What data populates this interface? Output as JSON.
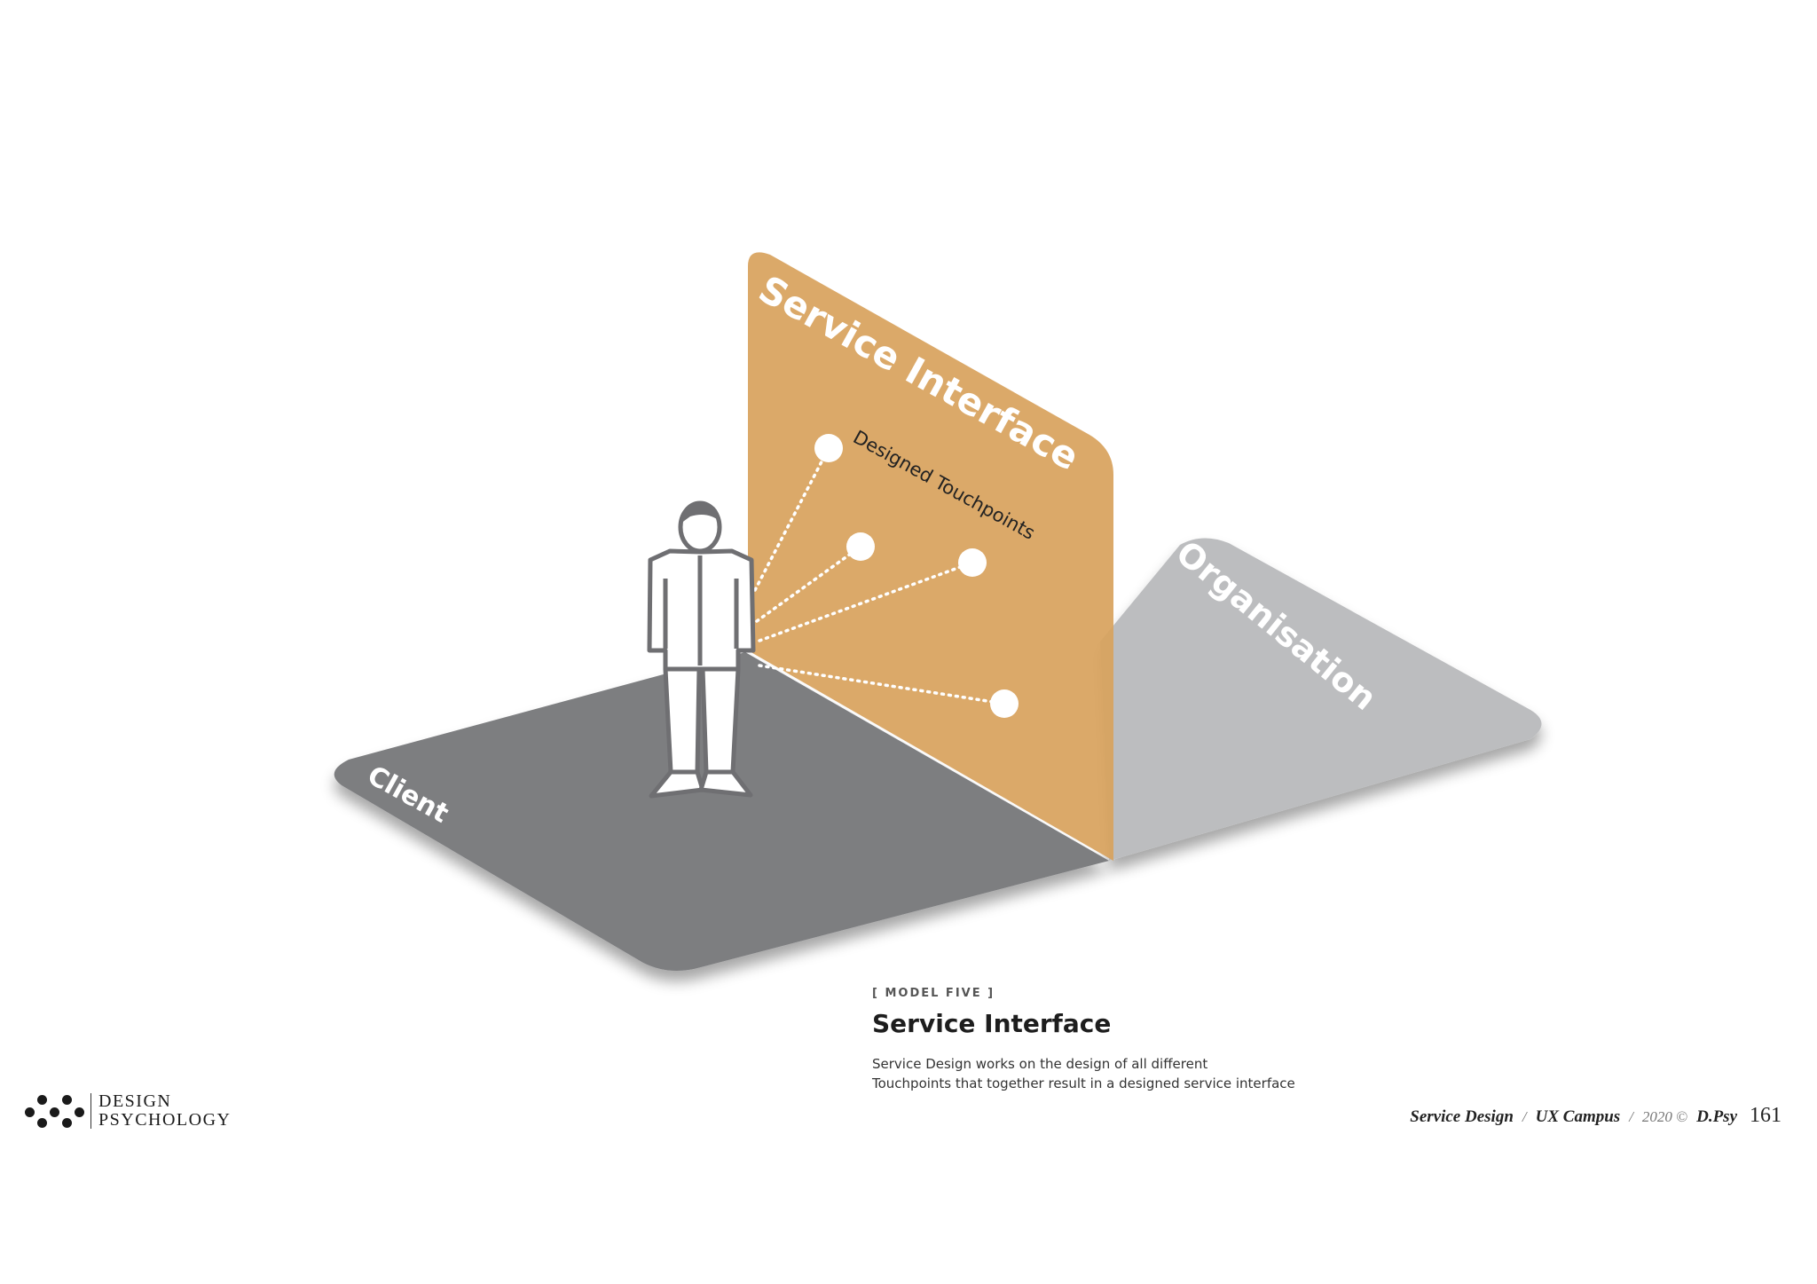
{
  "diagram": {
    "planes": {
      "client": "Client",
      "service_interface": "Service Interface",
      "organisation": "Organisation"
    },
    "touchpoints_label": "Designed Touchpoints",
    "touchpoint_count": 4
  },
  "caption": {
    "kicker": "[ MODEL FIVE ]",
    "title": "Service Interface",
    "body_line1": "Service Design works on the design of all different",
    "body_line2": "Touchpoints that together result in a designed service interface"
  },
  "brand": {
    "line1": "DESIGN",
    "line2": "PSYCHOLOGY"
  },
  "footer": {
    "part1": "Service Design",
    "sep1": "/",
    "part2": "UX Campus",
    "sep2": "/",
    "year": "2020 ©",
    "author": "D.Psy",
    "page": "161"
  },
  "colors": {
    "client_plane": "#7d7e80",
    "organisation_plane": "#bcbdbf",
    "interface_plane": "#d8a35e",
    "text_dark": "#222222"
  }
}
